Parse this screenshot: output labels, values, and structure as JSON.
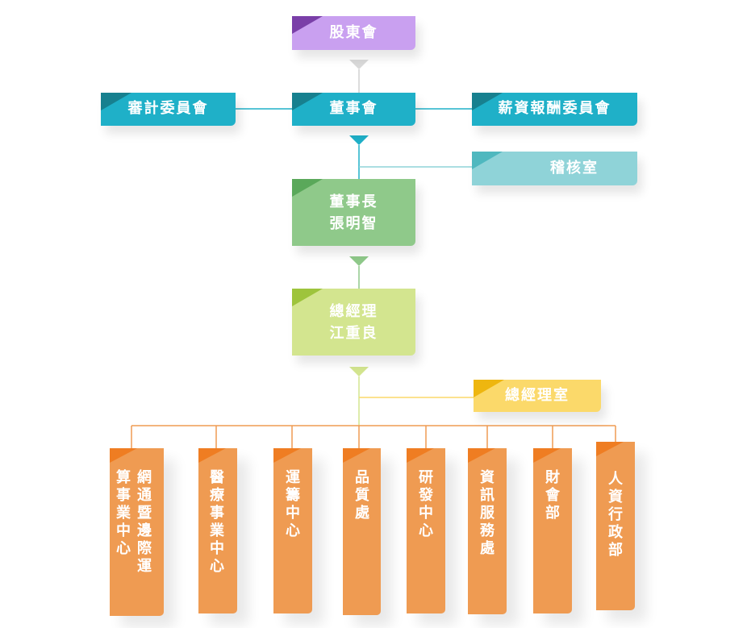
{
  "nodes": {
    "shareholders": "股東會",
    "board": "董事會",
    "audit_committee": "審計委員會",
    "compensation_committee": "薪資報酬委員會",
    "internal_audit": "稽核室",
    "chairman": {
      "title": "董事長",
      "name": "張明智"
    },
    "general_manager": {
      "title": "總經理",
      "name": "江重良"
    },
    "gm_office": "總經理室"
  },
  "departments": [
    "網通暨邊際運算事業中心",
    "醫療事業中心",
    "運籌中心",
    "品質處",
    "研發中心",
    "資訊服務處",
    "財會部",
    "人資行政部"
  ],
  "colors": {
    "purple": "#c9a0f0",
    "purple_corner": "#7a3fa8",
    "teal": "#1fb0c8",
    "teal_corner": "#17808f",
    "light_teal": "#8fd3d8",
    "light_teal_corner": "#4fb8bf",
    "green": "#8fc98a",
    "green_corner": "#5aa85a",
    "lime": "#d3e58f",
    "lime_corner": "#9ec43c",
    "yellow": "#fbd96a",
    "yellow_corner": "#eeb60f",
    "orange": "#ef9b52",
    "orange_corner": "#ef7d22"
  }
}
